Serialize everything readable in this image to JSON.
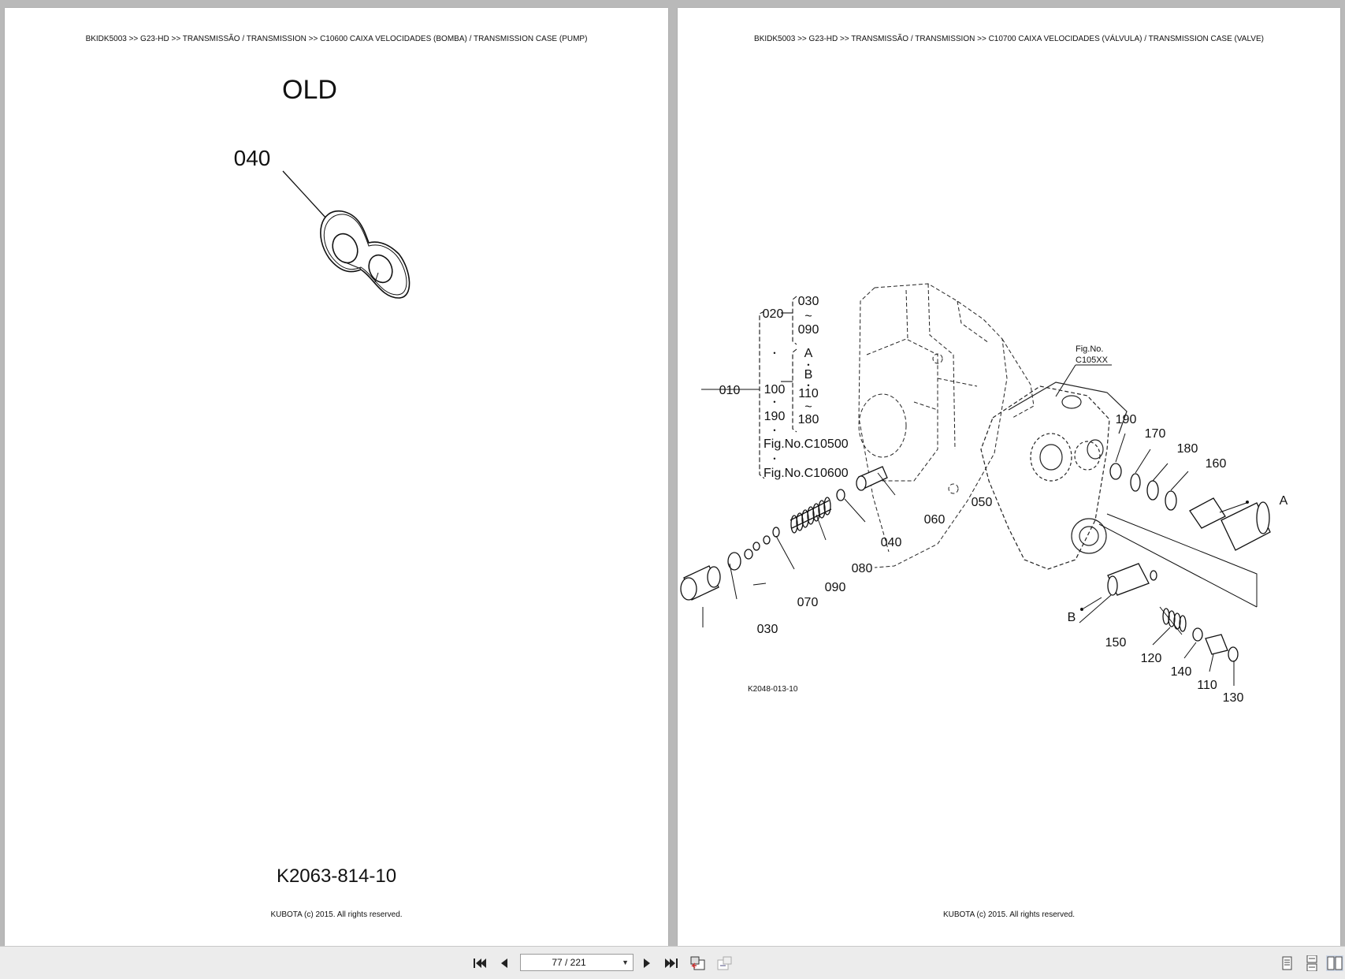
{
  "viewer": {
    "page_indicator": "77 / 221"
  },
  "left_page": {
    "breadcrumb": "BKIDK5003 >> G23-HD >> TRANSMISSÃO / TRANSMISSION >> C10600   CAIXA VELOCIDADES (BOMBA) / TRANSMISSION CASE (PUMP)",
    "heading": "OLD",
    "callout": "040",
    "figure_code": "K2063-814-10",
    "copyright": "KUBOTA (c) 2015. All rights reserved."
  },
  "right_page": {
    "breadcrumb": "BKIDK5003 >> G23-HD >> TRANSMISSÃO / TRANSMISSION >> C10700   CAIXA VELOCIDADES (VÁLVULA) / TRANSMISSION CASE (VALVE)",
    "figure_code": "K2048-013-10",
    "copyright": "KUBOTA (c) 2015. All rights reserved.",
    "fig_ref": {
      "label": "Fig.No.",
      "code": "C105XX"
    },
    "legend": {
      "root": "010",
      "g020": "020",
      "g030": "030",
      "tilde": "~",
      "g090": "090",
      "dot": "•",
      "gA": "A",
      "gB": "B",
      "g100": "100",
      "g110": "110",
      "g180": "180",
      "g190": "190",
      "fig1": "Fig.No.C10500",
      "fig2": "Fig.No.C10600"
    },
    "callouts": {
      "c030": "030",
      "c040": "040",
      "c050": "050",
      "c060": "060",
      "c070": "070",
      "c080": "080",
      "c090": "090",
      "c110": "110",
      "c120": "120",
      "c130": "130",
      "c140": "140",
      "c150": "150",
      "c160": "160",
      "c170": "170",
      "c180": "180",
      "c190": "190",
      "cA": "A",
      "cB": "B"
    }
  },
  "icons": [
    "first-page-icon",
    "prev-page-icon",
    "next-page-icon",
    "last-page-icon",
    "go-back-view-icon",
    "go-forward-view-icon",
    "single-page-view-icon",
    "continuous-view-icon",
    "two-page-view-icon"
  ]
}
